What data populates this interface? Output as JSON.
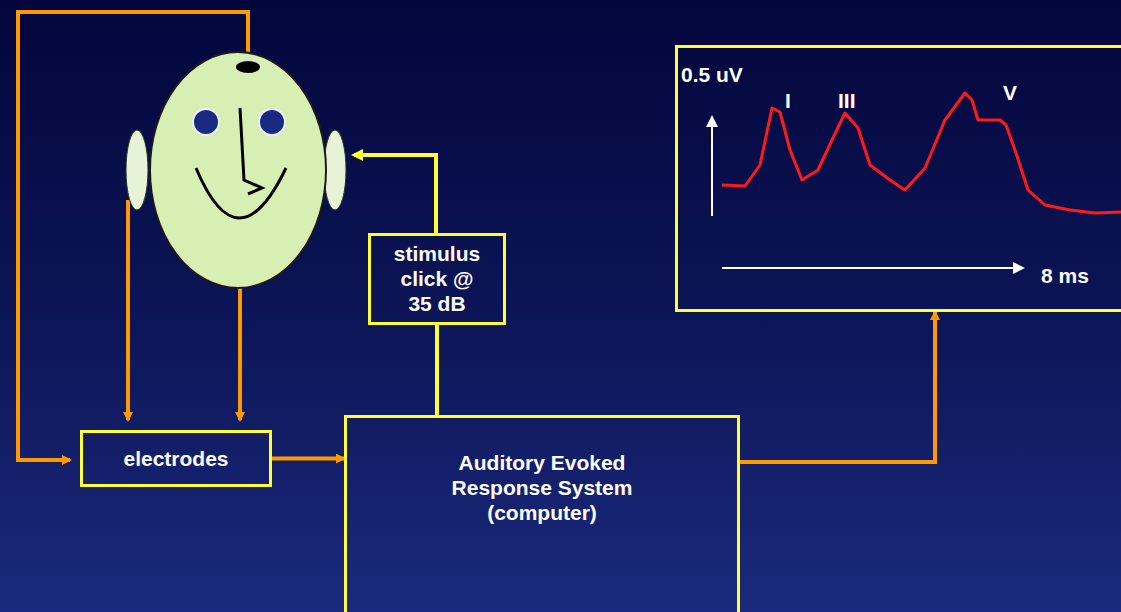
{
  "diagram": {
    "nodes": [
      {
        "text": [
          "stimulus click @ 35 dB"
        ]
      },
      {
        "text": [
          "0.5 uV",
          "I",
          "III",
          "V",
          "8 ms"
        ]
      },
      {
        "text": [
          "electrodes"
        ]
      },
      {
        "text": [
          "Auditory Evoked Response System (computer)"
        ]
      }
    ],
    "edges": [
      {
        "from": 2,
        "to": 3,
        "arrow": "to"
      },
      {
        "from": 3,
        "to": 0,
        "arrow": "none"
      },
      {
        "from": 3,
        "to": 1,
        "arrow": "to"
      }
    ]
  }
}
